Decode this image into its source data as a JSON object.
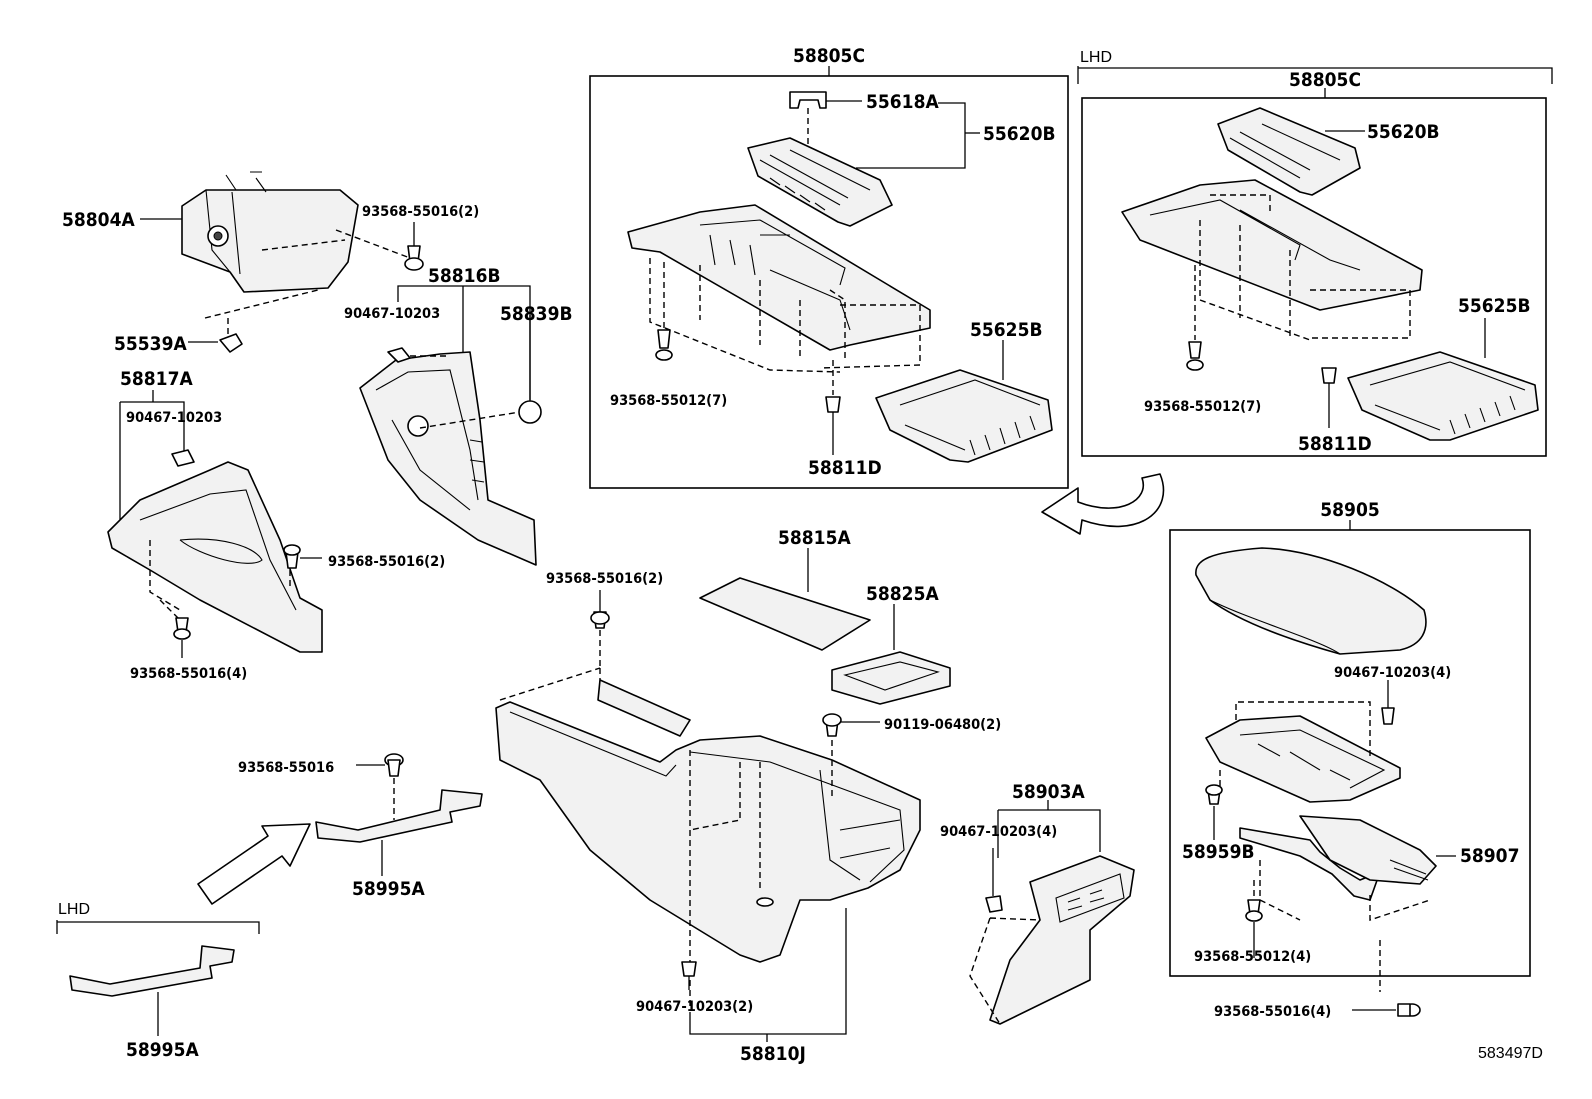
{
  "diagram_code": "583497D",
  "labels": {
    "p58805C_main": "58805C",
    "p55618A": "55618A",
    "p55620B_main": "55620B",
    "p55625B_main": "55625B",
    "p93568_55012_7_main": "93568-55012(7)",
    "p58811D_main": "58811D",
    "lhd_top": "LHD",
    "p58805C_lhd": "58805C",
    "p55620B_lhd": "55620B",
    "p55625B_lhd": "55625B",
    "p93568_55012_7_lhd": "93568-55012(7)",
    "p58811D_lhd": "58811D",
    "p58804A": "58804A",
    "p93568_55016_2_a": "93568-55016(2)",
    "p58816B": "58816B",
    "p90467_10203_a": "90467-10203",
    "p58839B": "58839B",
    "p55539A": "55539A",
    "p58817A": "58817A",
    "p90467_10203_b": "90467-10203",
    "p93568_55016_2_b": "93568-55016(2)",
    "p93568_55016_4_a": "93568-55016(4)",
    "p58815A": "58815A",
    "p58825A": "58825A",
    "p93568_55016_2_c": "93568-55016(2)",
    "p90119_06480_2": "90119-06480(2)",
    "p93568_55016": "93568-55016",
    "p58995A_main": "58995A",
    "lhd_bottom": "LHD",
    "p58995A_lhd": "58995A",
    "p90467_10203_2": "90467-10203(2)",
    "p58810J": "58810J",
    "p58903A": "58903A",
    "p90467_10203_4_a": "90467-10203(4)",
    "p58905": "58905",
    "p90467_10203_4_b": "90467-10203(4)",
    "p58959B": "58959B",
    "p58907": "58907",
    "p93568_55012_4": "93568-55012(4)",
    "p93568_55016_4_b": "93568-55016(4)"
  }
}
